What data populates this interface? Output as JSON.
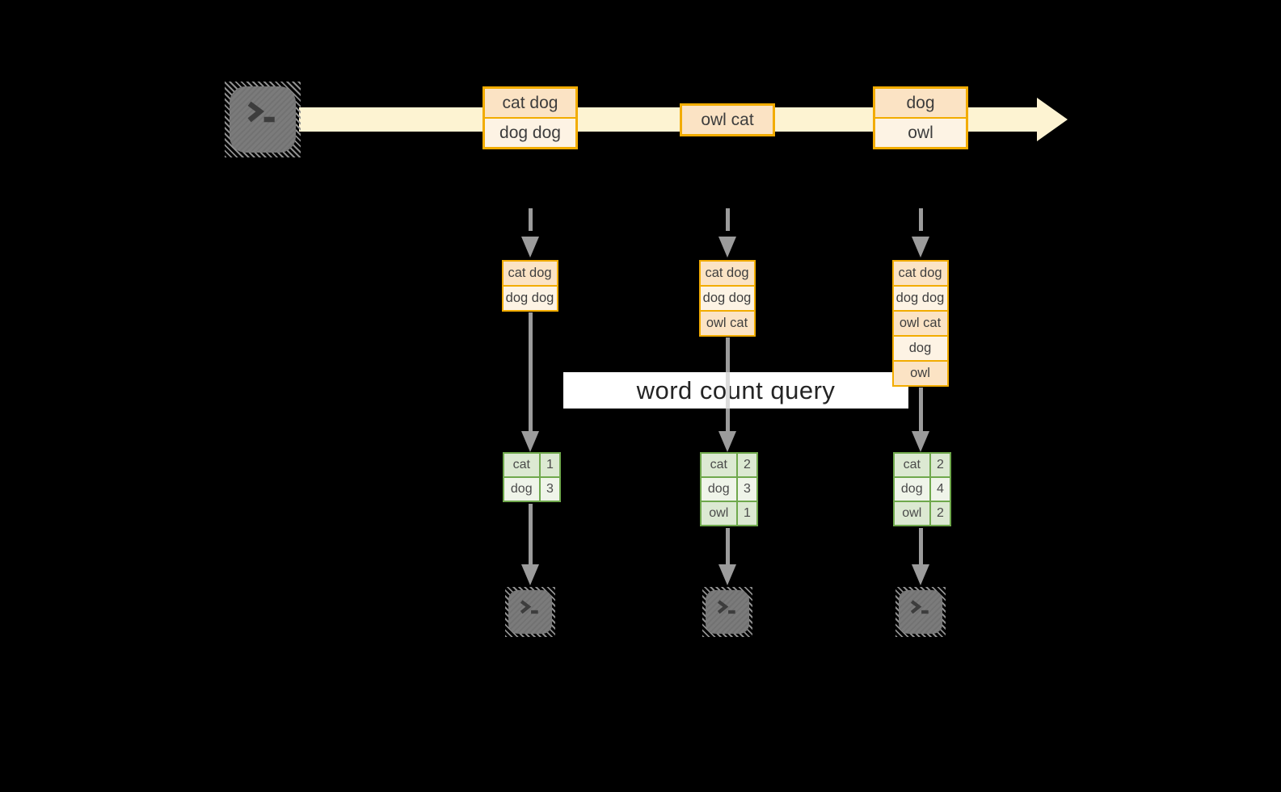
{
  "diagram_title": "streaming word count query diagram",
  "query": {
    "label": "word count query"
  },
  "timeline": {
    "source_icon": "terminal",
    "messages": [
      {
        "rows": [
          "cat dog",
          "dog dog"
        ]
      },
      {
        "rows": [
          "owl cat"
        ]
      },
      {
        "rows": [
          "dog",
          "owl"
        ]
      }
    ]
  },
  "columns": [
    {
      "buffer": [
        "cat dog",
        "dog dog"
      ],
      "counts": [
        {
          "word": "cat",
          "value": "1"
        },
        {
          "word": "dog",
          "value": "3"
        }
      ],
      "sink_icon": "terminal"
    },
    {
      "buffer": [
        "cat dog",
        "dog dog",
        "owl cat"
      ],
      "counts": [
        {
          "word": "cat",
          "value": "2"
        },
        {
          "word": "dog",
          "value": "3"
        },
        {
          "word": "owl",
          "value": "1"
        }
      ],
      "sink_icon": "terminal"
    },
    {
      "buffer": [
        "cat dog",
        "dog dog",
        "owl cat",
        "dog",
        "owl"
      ],
      "counts": [
        {
          "word": "cat",
          "value": "2"
        },
        {
          "word": "dog",
          "value": "4"
        },
        {
          "word": "owl",
          "value": "2"
        }
      ],
      "sink_icon": "terminal"
    }
  ],
  "colors": {
    "background": "#000000",
    "accent_orange": "#F2AC00",
    "fill_peach": "#FBE3C4",
    "fill_cream": "#FDF3E4",
    "band_yellow": "#FDF3D2",
    "accent_green": "#6FA84C",
    "fill_green_dark": "#DCE9D2",
    "fill_green_light": "#EFF4E9",
    "arrow_gray": "#9B9B9B",
    "terminal_gray": "#7B7B7B"
  }
}
